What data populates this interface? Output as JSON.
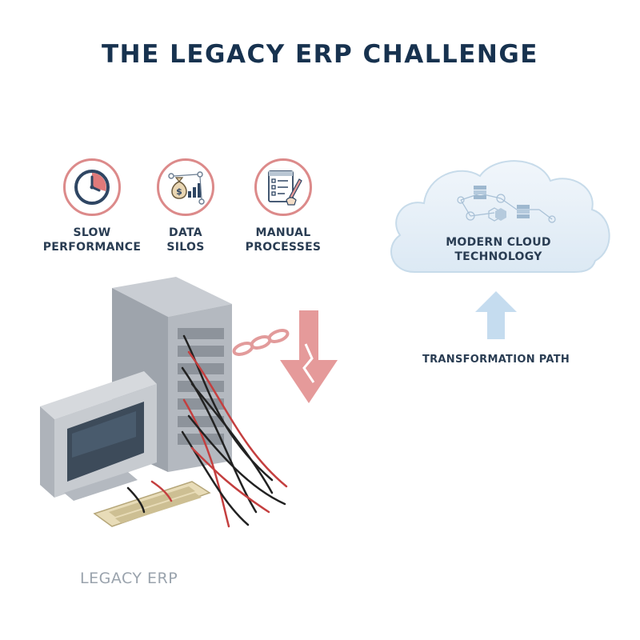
{
  "title": "THE LEGACY ERP CHALLENGE",
  "problems": [
    {
      "icon": "clock-icon",
      "line1": "SLOW",
      "line2": "PERFORMANCE"
    },
    {
      "icon": "money-bag-chart-icon",
      "line1": "DATA",
      "line2": "SILOS"
    },
    {
      "icon": "checklist-pen-icon",
      "line1": "MANUAL",
      "line2": "PROCESSES"
    }
  ],
  "cloud": {
    "line1": "MODERN CLOUD",
    "line2": "TECHNOLOGY"
  },
  "transformation_label": "TRANSFORMATION PATH",
  "legacy_label": "LEGACY ERP",
  "colors": {
    "title": "#17324f",
    "text": "#2a3d53",
    "problem_accent": "#dc8a8a",
    "cloud_fill": "#e6f0f8",
    "arrow_up": "#b9d4ea",
    "arrow_down": "#e59a9a",
    "legacy_label": "#9aa3ad"
  }
}
